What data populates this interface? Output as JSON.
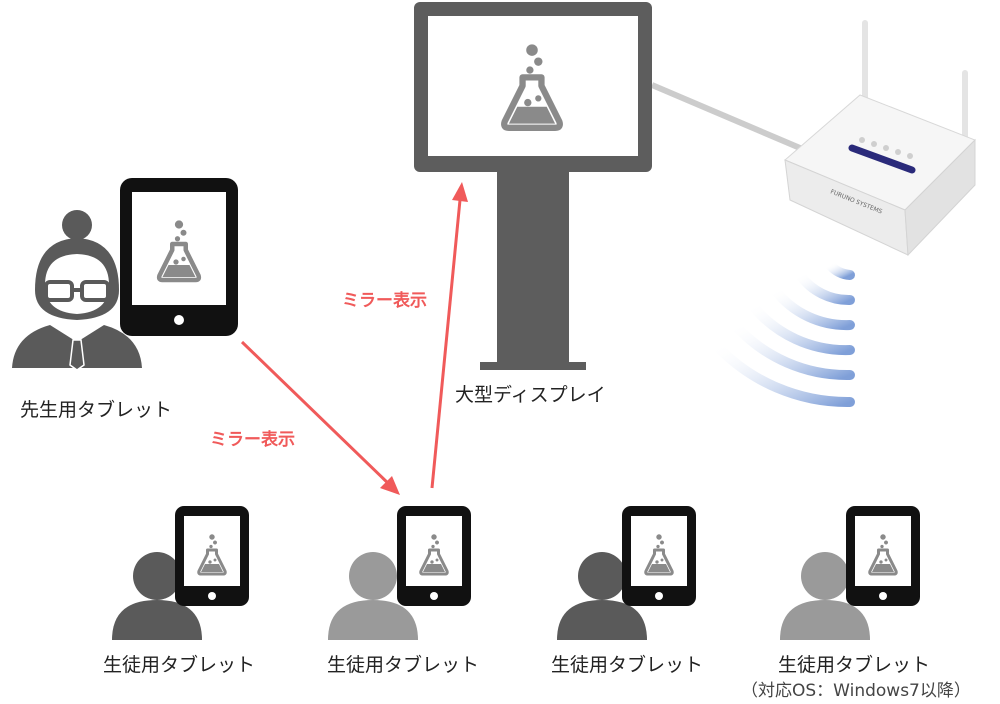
{
  "teacher": {
    "label": "先生用タブレット"
  },
  "display": {
    "label": "大型ディスプレイ"
  },
  "mirror_labels": {
    "teacher_to_student": "ミラー表示",
    "student_to_display": "ミラー表示"
  },
  "students": [
    {
      "label": "生徒用タブレット"
    },
    {
      "label": "生徒用タブレット"
    },
    {
      "label": "生徒用タブレット"
    },
    {
      "label": "生徒用タブレット"
    }
  ],
  "footnote": "（対応OS：Windows7以降）",
  "router": {
    "brand": "FURUNO SYSTEMS"
  },
  "colors": {
    "arrow": "#f05a5a",
    "device_frame": "#111111",
    "monitor": "#5d5d5d",
    "flask": "#8a8a8a",
    "wifi": "#7f9fd8",
    "person_dark": "#5a5a5a",
    "person_light": "#9a9a9a"
  }
}
